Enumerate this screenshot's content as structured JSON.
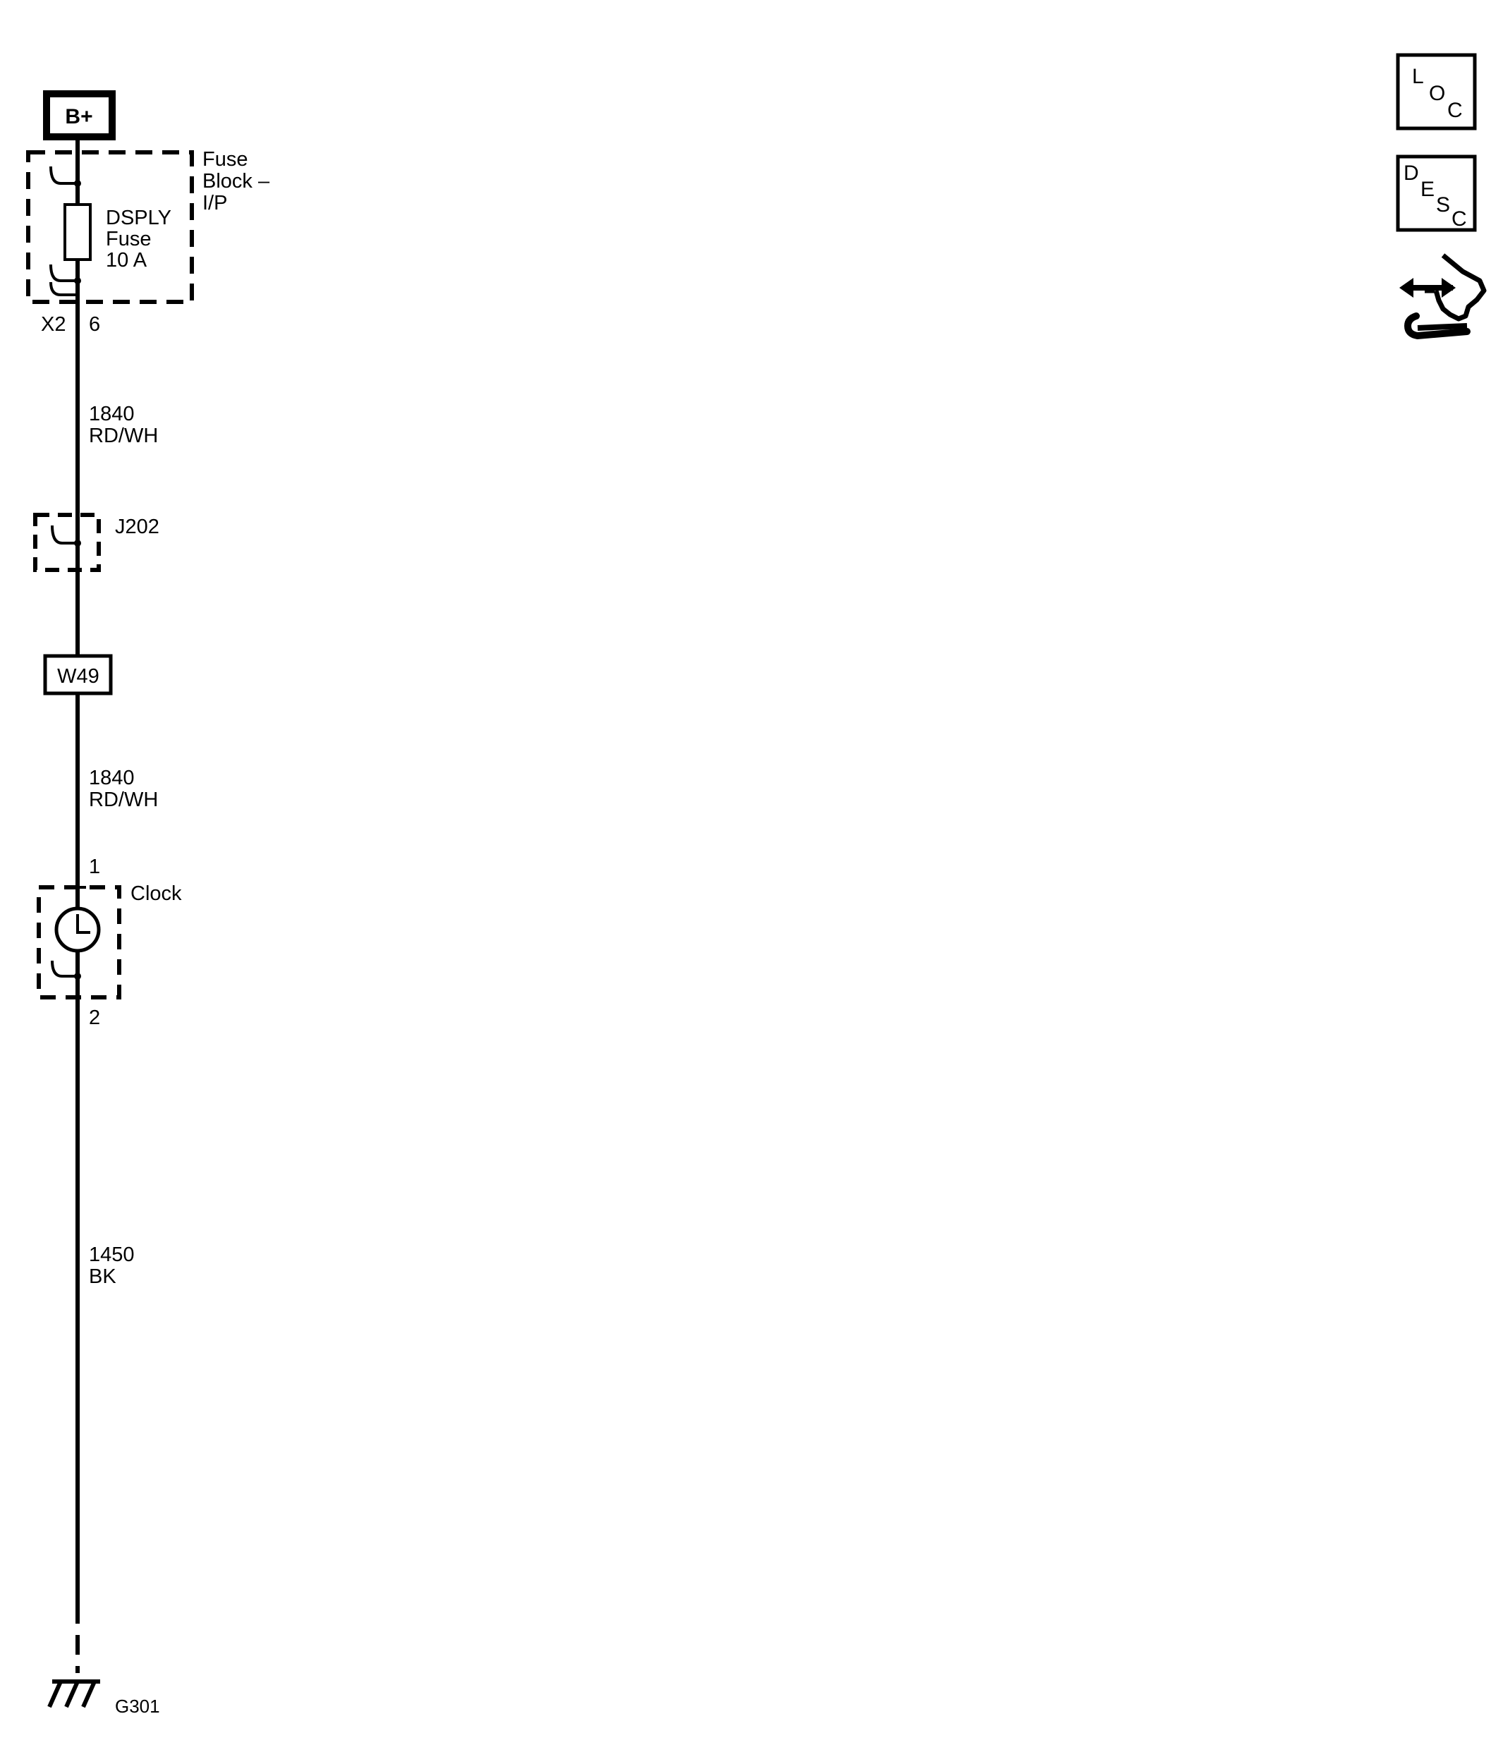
{
  "power_source": {
    "label": "B+"
  },
  "fuse_block": {
    "name_line1": "Fuse",
    "name_line2": "Block –",
    "name_line3": "I/P",
    "fuse_line1": "DSPLY",
    "fuse_line2": "Fuse",
    "fuse_line3": "10 A",
    "connector": "X2",
    "pin": "6"
  },
  "wire_segments": [
    {
      "circuit": "1840",
      "color": "RD/WH"
    },
    {
      "circuit": "1840",
      "color": "RD/WH"
    },
    {
      "circuit": "1450",
      "color": "BK"
    }
  ],
  "splice": {
    "label": "J202"
  },
  "harness_connector": {
    "label": "W49"
  },
  "clock": {
    "label": "Clock",
    "pin_in": "1",
    "pin_out": "2"
  },
  "ground": {
    "label": "G301"
  },
  "side_icons": [
    {
      "id": "loc",
      "letters": [
        "L",
        "O",
        "C"
      ]
    },
    {
      "id": "desc",
      "letters": [
        "D",
        "E",
        "S",
        "C"
      ]
    },
    {
      "id": "connector-end-view",
      "icon": "hand-connector-icon"
    }
  ]
}
